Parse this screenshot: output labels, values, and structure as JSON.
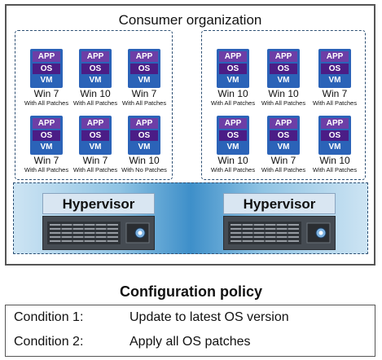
{
  "organization": {
    "title": "Consumer organization"
  },
  "vm_icon": {
    "app": "APP",
    "os": "OS",
    "vm": "VM"
  },
  "groups": [
    {
      "vms": [
        {
          "name": "Win 7",
          "patch": "With All Patches"
        },
        {
          "name": "Win 10",
          "patch": "With All Patches"
        },
        {
          "name": "Win 7",
          "patch": "With All Patches"
        },
        {
          "name": "Win 7",
          "patch": "With All Patches"
        },
        {
          "name": "Win 7",
          "patch": "With All Patches"
        },
        {
          "name": "Win 10",
          "patch": "With No Patches"
        }
      ]
    },
    {
      "vms": [
        {
          "name": "Win 10",
          "patch": "With All Patches"
        },
        {
          "name": "Win 10",
          "patch": "With All Patches"
        },
        {
          "name": "Win 7",
          "patch": "With All Patches"
        },
        {
          "name": "Win 10",
          "patch": "With All Patches"
        },
        {
          "name": "Win 7",
          "patch": "With All Patches"
        },
        {
          "name": "Win 10",
          "patch": "With All Patches"
        }
      ]
    }
  ],
  "hypervisors": [
    {
      "label": "Hypervisor"
    },
    {
      "label": "Hypervisor"
    }
  ],
  "policy": {
    "title": "Configuration policy",
    "conditions": [
      {
        "label": "Condition 1:",
        "text": "Update to latest OS version"
      },
      {
        "label": "Condition 2:",
        "text": "Apply all OS patches"
      }
    ]
  },
  "colors": {
    "vm_body": "#2b63b8",
    "app_layer": "#6d3ea6",
    "os_layer": "#4b1d86",
    "dashed_border": "#2d4f73"
  }
}
